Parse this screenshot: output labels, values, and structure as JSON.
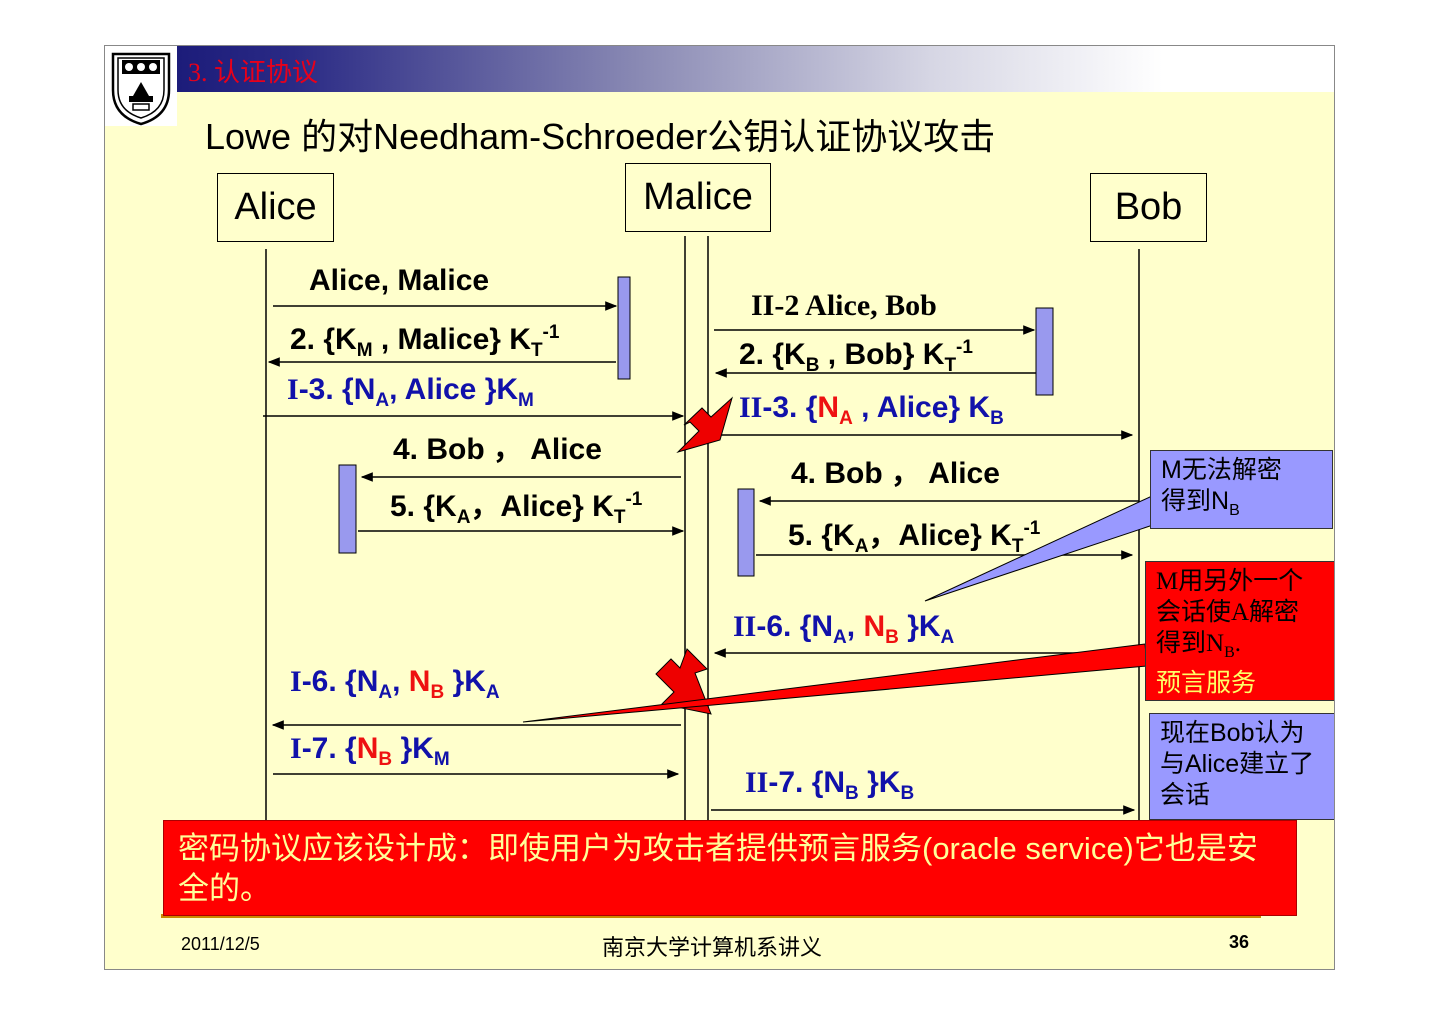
{
  "header": {
    "section": "3. 认证协议"
  },
  "title": "Lowe 的对Needham-Schroeder公钥认证协议攻击",
  "lanes": {
    "alice": "Alice",
    "malice": "Malice",
    "bob": "Bob"
  },
  "messages": {
    "m1": "Alice, Malice",
    "m2": {
      "a": "2. {K",
      "s1": "M",
      "b": " , Malice} K",
      "s2": "T",
      "sup": "-1"
    },
    "i3": {
      "prefix": "I",
      "a": "-3. {N",
      "s1": "A",
      "b": ", Alice }K",
      "s2": "M"
    },
    "m4": "4.  Bob ，  Alice",
    "m5": {
      "a": "5.  {K",
      "s1": "A",
      "b": "，Alice} K",
      "s2": "T",
      "sup": "-1"
    },
    "i6": {
      "prefix": "I",
      "a": "-6. {N",
      "s1": "A",
      "comma": ", ",
      "nb": "N",
      "s2": "B",
      "b": " }K",
      "s3": "A"
    },
    "i7": {
      "prefix": "I",
      "a": "-7. {",
      "nb": "N",
      "s1": "B",
      "b": " }K",
      "s2": "M"
    },
    "ii2": "II-2 Alice, Bob",
    "ii2b": {
      "a": "2. {K",
      "s1": "B",
      "b": " , Bob} K",
      "s2": "T",
      "sup": "-1"
    },
    "ii3": {
      "prefix": "II",
      "a": "-3. {",
      "na": "N",
      "s1": "A",
      "b": " , Alice} K",
      "s2": "B"
    },
    "ii4": "4.  Bob ，  Alice",
    "ii5": {
      "a": "5.  {K",
      "s1": "A",
      "b": "，Alice} K",
      "s2": "T",
      "sup": "-1"
    },
    "ii6": {
      "prefix": "II",
      "a": "-6.  {N",
      "s1": "A",
      "comma": ", ",
      "nb": "N",
      "s2": "B",
      "b": " }K",
      "s3": "A"
    },
    "ii7": {
      "prefix": "II",
      "a": "-7. {N",
      "s1": "B",
      "b": " }K",
      "s2": "B"
    }
  },
  "callouts": {
    "c1": {
      "line1": "M无法解密",
      "line2a": "得到N",
      "line2sub": "B"
    },
    "c2": {
      "line1": "M用另外一个",
      "line2": "会话使A解密",
      "line3a": "得到N",
      "line3sub": "B",
      "line3b": ".",
      "line4": "预言服务"
    },
    "c3": {
      "line1": "现在Bob认为",
      "line2": "与Alice建立了",
      "line3": "会话"
    }
  },
  "conclusion": "密码协议应该设计成：即使用户为攻击者提供预言服务(oracle service)它也是安全的。",
  "footer": {
    "date": "2011/12/5",
    "center": "南京大学计算机系讲义",
    "page": "36"
  },
  "colors": {
    "blue_text": "#1111aa",
    "red_text": "#ee1111",
    "slide_bg": "#ffffcc",
    "activation": "#9999ee"
  }
}
